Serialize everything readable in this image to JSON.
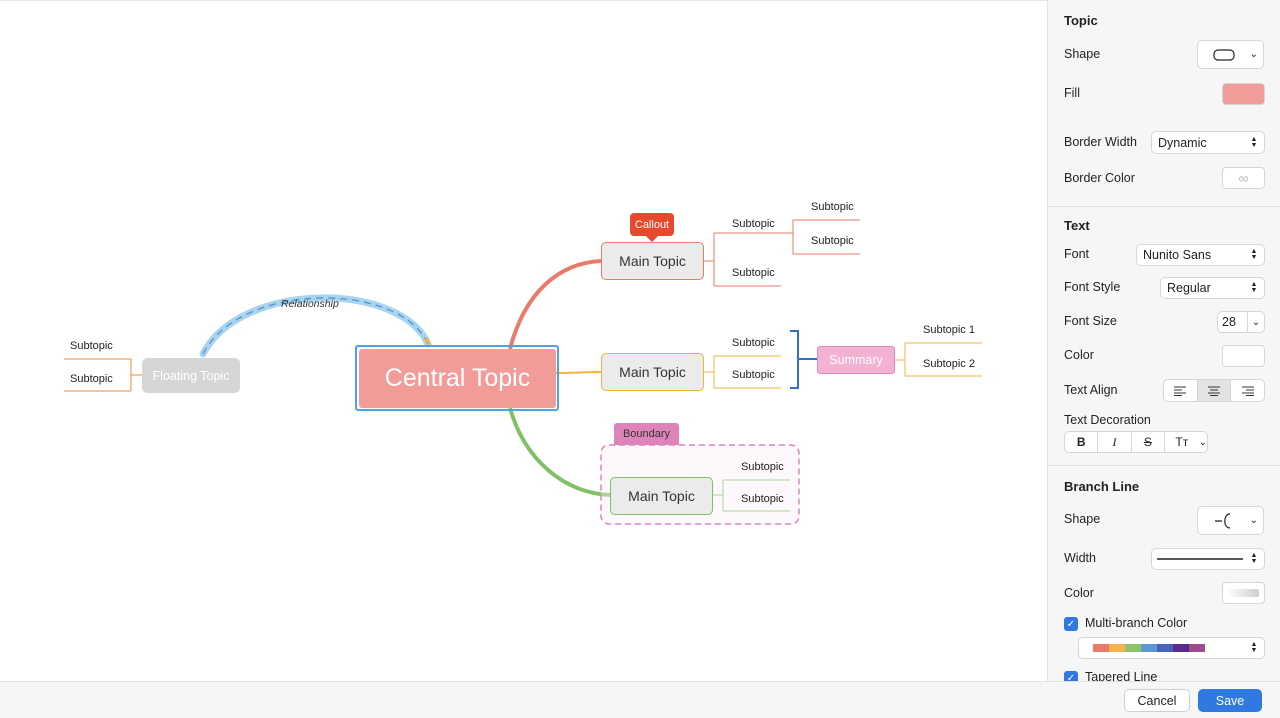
{
  "map": {
    "central_topic": "Central Topic",
    "main_topics": [
      "Main Topic",
      "Main Topic",
      "Main Topic"
    ],
    "subtopic_label": "Subtopic",
    "subtopic_1": "Subtopic 1",
    "subtopic_2": "Subtopic 2",
    "callout": "Callout",
    "summary": "Summary",
    "boundary": "Boundary",
    "floating_topic": "Floating Topic",
    "relationship": "Relationship"
  },
  "sidebar": {
    "topic": {
      "title": "Topic",
      "shape_label": "Shape",
      "fill_label": "Fill",
      "fill_color": "#f19c99",
      "border_width_label": "Border Width",
      "border_width_value": "Dynamic",
      "border_color_label": "Border Color"
    },
    "text": {
      "title": "Text",
      "font_label": "Font",
      "font_value": "Nunito Sans",
      "font_style_label": "Font Style",
      "font_style_value": "Regular",
      "font_size_label": "Font Size",
      "font_size_value": "28",
      "color_label": "Color",
      "text_align_label": "Text Align",
      "text_decoration_label": "Text Decoration",
      "decoration_bold": "B",
      "decoration_italic": "I",
      "decoration_strike": "S",
      "decoration_case": "Tт"
    },
    "branch": {
      "title": "Branch Line",
      "shape_label": "Shape",
      "width_label": "Width",
      "color_label": "Color",
      "multi_branch_label": "Multi-branch Color",
      "palette": [
        "#ec7a6a",
        "#f3b54a",
        "#8cc26b",
        "#5b9bd5",
        "#4a62b8",
        "#5a2d8c",
        "#9b4c8c"
      ],
      "tapered_label": "Tapered Line"
    }
  },
  "footer": {
    "cancel": "Cancel",
    "save": "Save"
  }
}
